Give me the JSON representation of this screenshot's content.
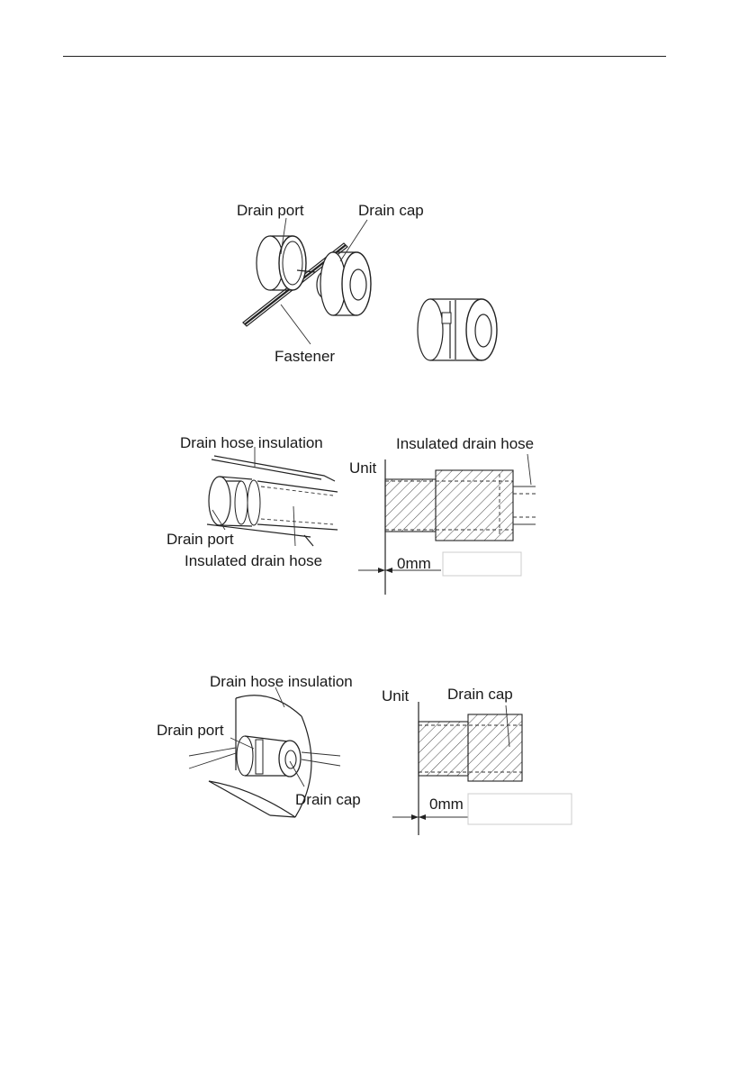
{
  "figure1": {
    "drain_port": "Drain port",
    "drain_cap": "Drain cap",
    "fastener": "Fastener"
  },
  "figure2": {
    "drain_hose_insulation": "Drain hose insulation",
    "drain_port": "Drain port",
    "insulated_drain_hose_left": "Insulated drain hose",
    "insulated_drain_hose_right": "Insulated drain hose",
    "unit": "Unit",
    "dimension": "0mm"
  },
  "figure3": {
    "drain_hose_insulation": "Drain hose insulation",
    "drain_port": "Drain port",
    "drain_cap_left": "Drain cap",
    "drain_cap_right": "Drain cap",
    "unit": "Unit",
    "dimension": "0mm"
  }
}
